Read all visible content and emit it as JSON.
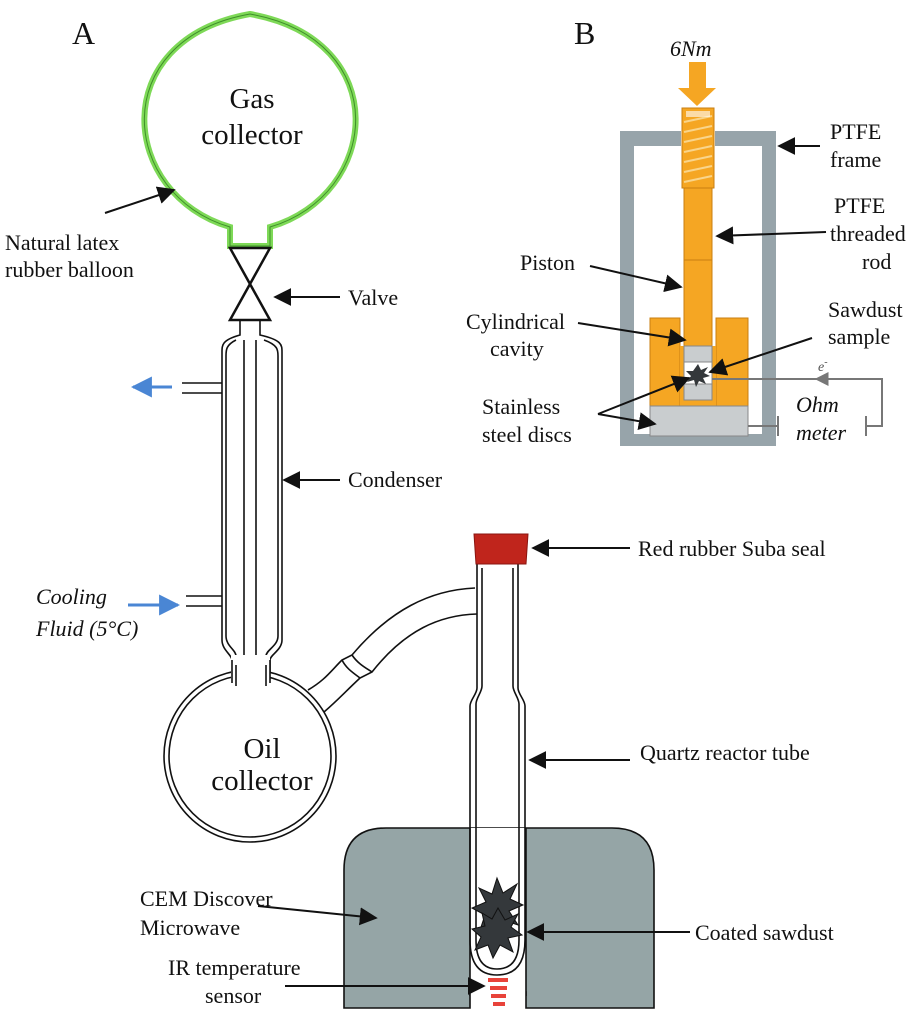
{
  "panels": {
    "a": "A",
    "b": "B"
  },
  "panel_a": {
    "gas_collector": [
      "Gas",
      "collector"
    ],
    "balloon": [
      "Natural latex",
      "rubber balloon"
    ],
    "valve": "Valve",
    "condenser": "Condenser",
    "cooling_fluid": [
      "Cooling",
      "Fluid (5°C)"
    ],
    "suba_seal": "Red rubber Suba seal",
    "oil_collector": [
      "Oil",
      "collector"
    ],
    "quartz_tube": "Quartz reactor tube",
    "microwave": [
      "CEM Discover",
      "Microwave"
    ],
    "coated_sawdust": "Coated sawdust",
    "ir_sensor": [
      "IR temperature",
      "sensor"
    ]
  },
  "panel_b": {
    "torque": "6Nm",
    "frame": [
      "PTFE",
      "frame"
    ],
    "rod": [
      "PTFE",
      "threaded",
      "rod"
    ],
    "piston": "Piston",
    "cavity": [
      "Cylindrical",
      "cavity"
    ],
    "sample": [
      "Sawdust",
      "sample"
    ],
    "discs": [
      "Stainless",
      "steel discs"
    ],
    "electron": "e",
    "electron_sup": "-",
    "ohm_meter": [
      "Ohm",
      "meter"
    ]
  },
  "colors": {
    "balloon": "#7ed957",
    "cooling_arrow": "#4a86d4",
    "suba_seal": "#c0251c",
    "microwave_body": "#95a5a6",
    "ptfe_frame": "#97a4aa",
    "piston": "#f5a623",
    "steel": "#c9cdcf",
    "ir_stripes": "#e8433a"
  }
}
